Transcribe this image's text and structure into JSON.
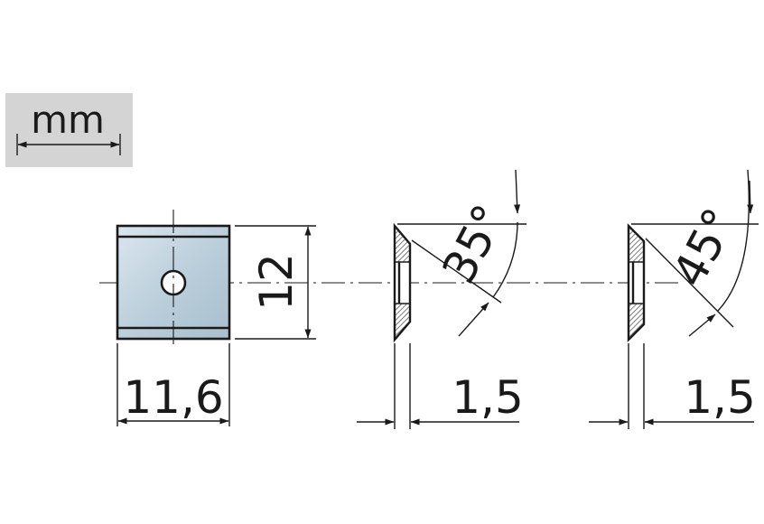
{
  "unit_badge": {
    "label": "mm",
    "bg": "#d4d4d4"
  },
  "colors": {
    "ink": "#1a1a1a",
    "insert_fill": "#c4d6e3",
    "hatch": "#555555"
  },
  "front_view": {
    "width_label": "11,6",
    "height_label": "12"
  },
  "side_view_1": {
    "thickness_label": "1,5",
    "angle_label": "35°"
  },
  "side_view_2": {
    "thickness_label": "1,5",
    "angle_label": "45°"
  }
}
